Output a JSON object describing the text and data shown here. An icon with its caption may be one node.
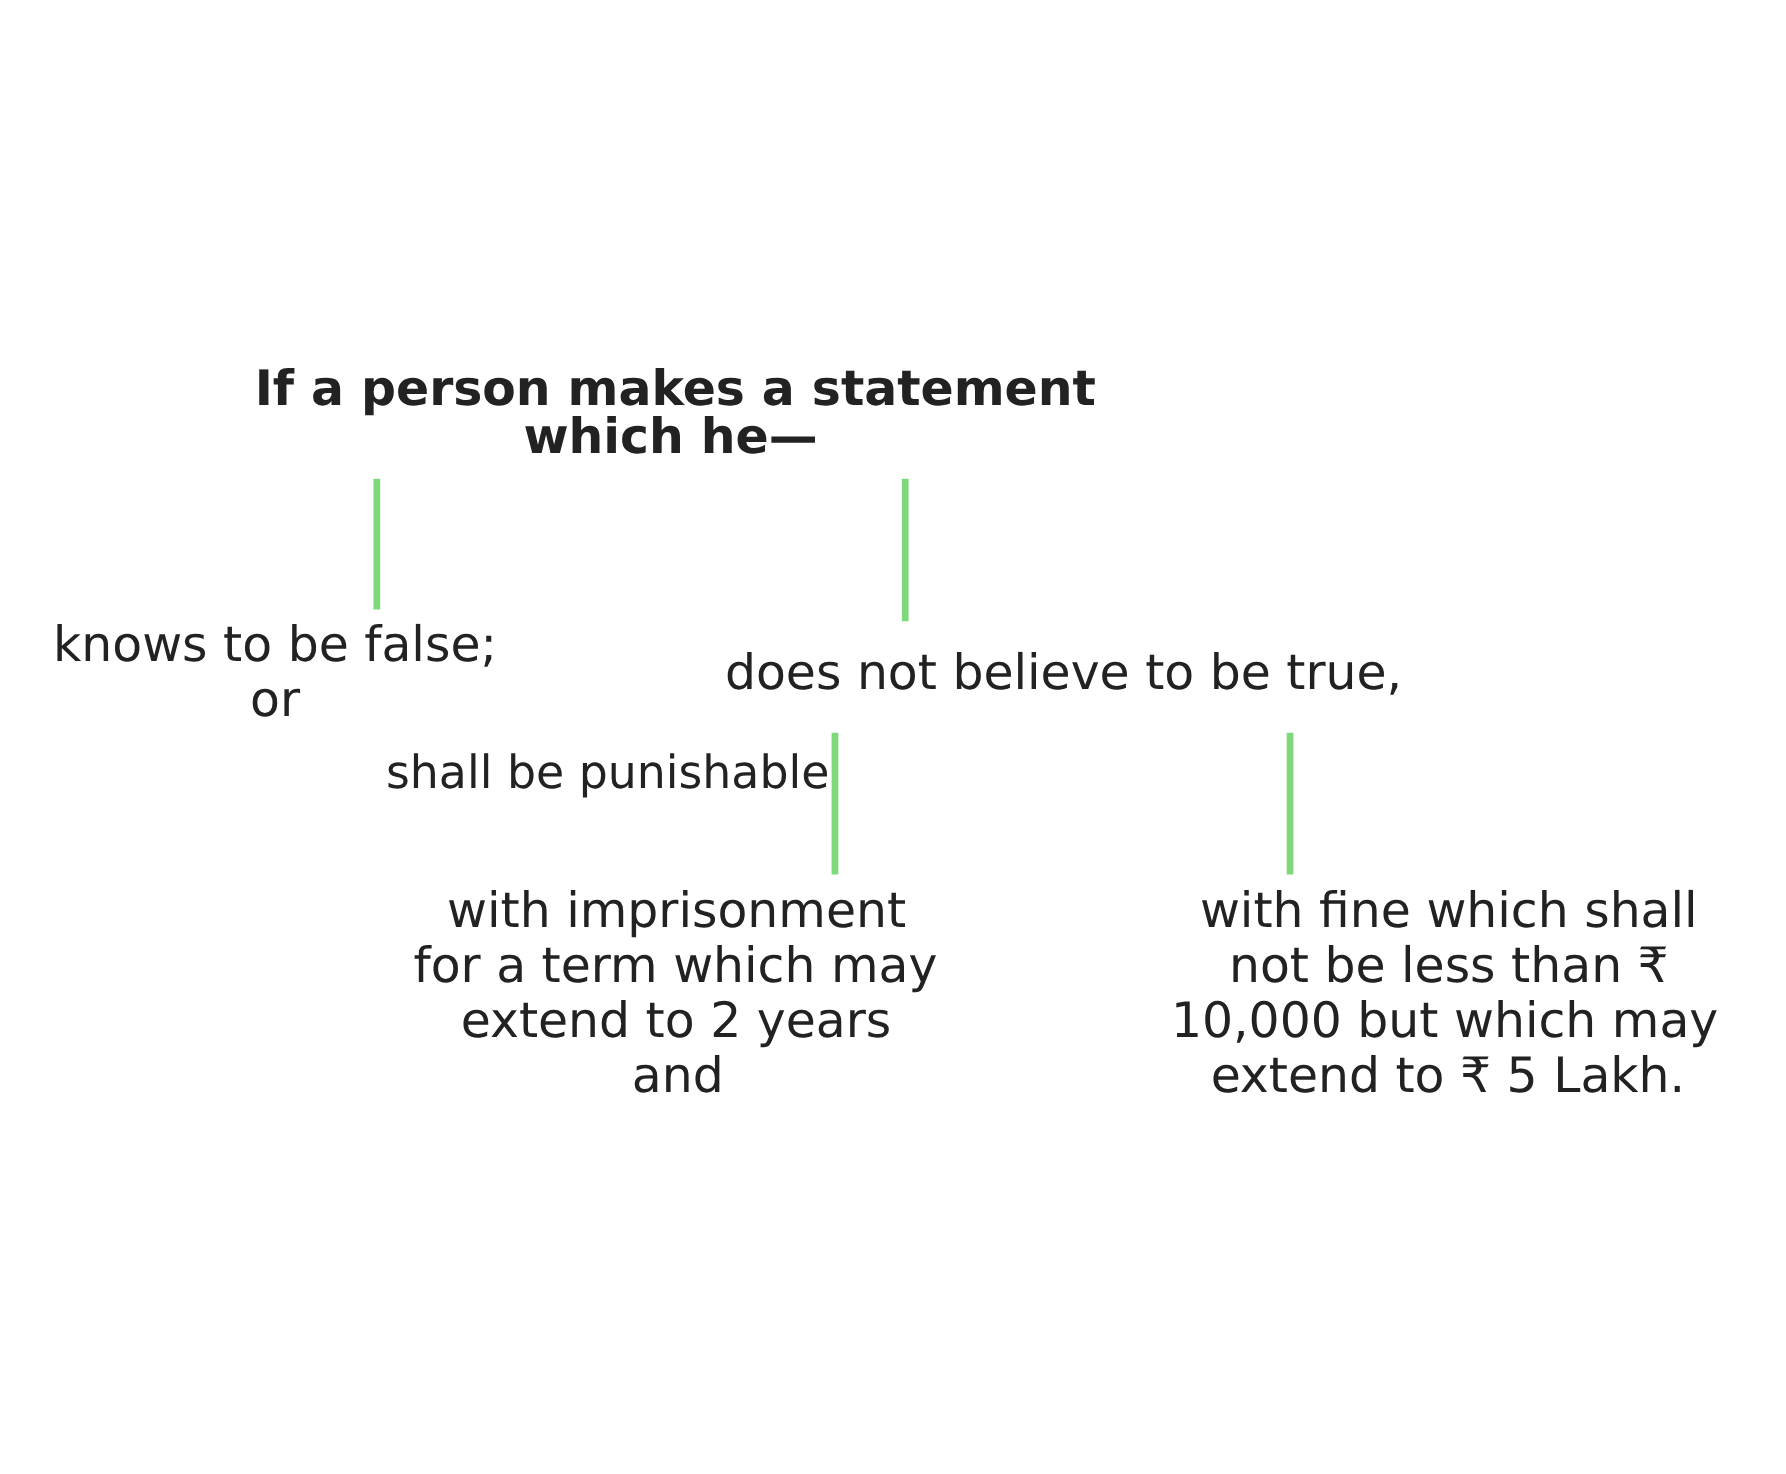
{
  "diagram": {
    "nodes": [
      {
        "text": [
          "If a person makes a statement which he—"
        ]
      },
      {
        "text": [
          "knows to be false; or"
        ]
      },
      {
        "text": [
          "does not believe to be true,"
        ]
      },
      {
        "text": [
          "with imprisonment for a term which may extend to 2 years and"
        ]
      },
      {
        "text": [
          "with fine which shall not be less than ₹ 10,000 but which may extend to ₹ 5 Lakh."
        ]
      }
    ],
    "edges": [
      {
        "from": 0,
        "to": 1,
        "arrow": "none"
      },
      {
        "from": 0,
        "to": 2,
        "arrow": "none"
      },
      {
        "from": 2,
        "to": 3,
        "arrow": "none",
        "label": "shall be punishable"
      },
      {
        "from": 2,
        "to": 4,
        "arrow": "none"
      }
    ]
  }
}
